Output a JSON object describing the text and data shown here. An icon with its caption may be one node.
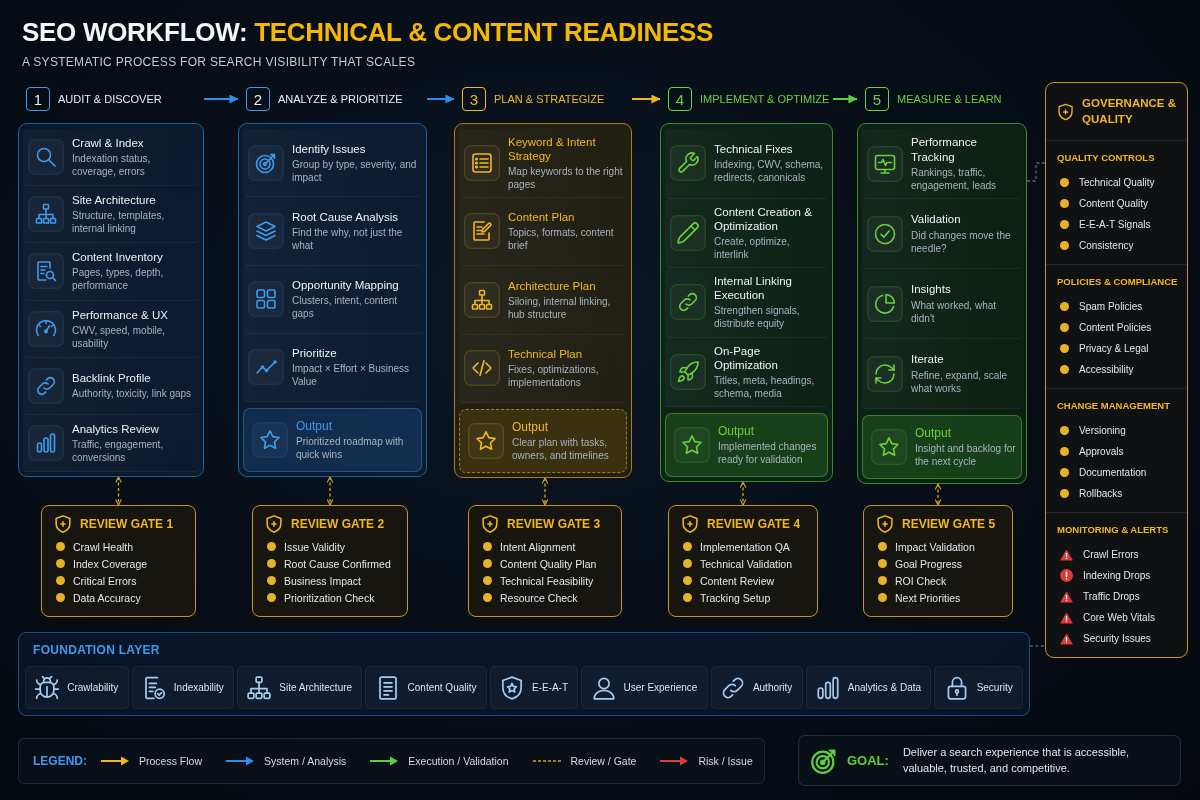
{
  "diagram": {
    "title": "SEO WORKFLOW: TECHNICAL & CONTENT READINESS",
    "nodes": [
      {
        "text": [
          "1",
          "AUDIT & DISCOVER"
        ]
      },
      {
        "text": [
          "Crawl & Index",
          "Indexation status, coverage, errors"
        ],
        "in": 0
      },
      {
        "text": [
          "Site Architecture",
          "Structure, templates, internal linking"
        ],
        "in": 0
      },
      {
        "text": [
          "Content Inventory",
          "Pages, types, depth, performance"
        ],
        "in": 0
      },
      {
        "text": [
          "Performance & UX",
          "CWV, speed, mobile, usability"
        ],
        "in": 0
      },
      {
        "text": [
          "Backlink Profile",
          "Authority, toxicity, link gaps"
        ],
        "in": 0
      },
      {
        "text": [
          "Analytics Review",
          "Traffic, engagement, conversions"
        ],
        "in": 0
      },
      {
        "text": [
          "2",
          "ANALYZE & PRIORITIZE"
        ]
      },
      {
        "text": [
          "Identify Issues",
          "Group by type, severity, and impact"
        ],
        "in": 7
      },
      {
        "text": [
          "Root Cause Analysis",
          "Find the why, not just the what"
        ],
        "in": 7
      },
      {
        "text": [
          "Opportunity Mapping",
          "Clusters, intent, content gaps"
        ],
        "in": 7
      },
      {
        "text": [
          "Prioritize",
          "Impact × Effort × Business Value"
        ],
        "in": 7
      },
      {
        "text": [
          "Output",
          "Prioritized roadmap with quick wins"
        ],
        "in": 7
      },
      {
        "text": [
          "3",
          "PLAN & STRATEGIZE"
        ]
      },
      {
        "text": [
          "Keyword & Intent Strategy",
          "Map keywords to the right pages"
        ],
        "in": 13
      },
      {
        "text": [
          "Content Plan",
          "Topics, formats, content brief"
        ],
        "in": 13
      },
      {
        "text": [
          "Architecture Plan",
          "Siloing, internal linking, hub structure"
        ],
        "in": 13
      },
      {
        "text": [
          "Technical Plan",
          "Fixes, optimizations, implementations"
        ],
        "in": 13
      },
      {
        "text": [
          "Output",
          "Clear plan with tasks, owners, and timelines"
        ],
        "in": 13
      },
      {
        "text": [
          "4",
          "IMPLEMENT & OPTIMIZE"
        ]
      },
      {
        "text": [
          "Technical Fixes",
          "Indexing, CWV, schema, redirects, canonicals"
        ],
        "in": 19
      },
      {
        "text": [
          "Content Creation & Optimization",
          "Create, optimize, interlink"
        ],
        "in": 19
      },
      {
        "text": [
          "Internal Linking Execution",
          "Strengthen signals, distribute equity"
        ],
        "in": 19
      },
      {
        "text": [
          "On-Page Optimization",
          "Titles, meta, headings, schema, media"
        ],
        "in": 19
      },
      {
        "text": [
          "Output",
          "Implemented changes ready for validation"
        ],
        "in": 19
      },
      {
        "text": [
          "5",
          "MEASURE & LEARN"
        ]
      },
      {
        "text": [
          "Performance Tracking",
          "Rankings, traffic, engagement, leads"
        ],
        "in": 25
      },
      {
        "text": [
          "Validation",
          "Did changes move the needle?"
        ],
        "in": 25
      },
      {
        "text": [
          "Insights",
          "What worked, what didn't"
        ],
        "in": 25
      },
      {
        "text": [
          "Iterate",
          "Refine, expand, scale what works"
        ],
        "in": 25
      },
      {
        "text": [
          "Output",
          "Insight and backlog for the next cycle"
        ],
        "in": 25
      },
      {
        "text": [
          "GOVERNANCE & QUALITY",
          "QUALITY CONTROLS",
          "Technical Quality",
          "Content Quality",
          "E-E-A-T Signals",
          "Consistency",
          "POLICIES & COMPLIANCE",
          "Spam Policies",
          "Content Policies",
          "Privacy & Legal",
          "Accessibility",
          "CHANGE MANAGEMENT",
          "Versioning",
          "Approvals",
          "Documentation",
          "Rollbacks",
          "MONITORING & ALERTS",
          "Crawl Errors",
          "Indexing Drops",
          "Traffic Drops",
          "Core Web Vitals",
          "Security Issues"
        ]
      },
      {
        "text": [
          "REVIEW GATE 1",
          "Crawl Health",
          "Index Coverage",
          "Critical Errors",
          "Data Accuracy"
        ]
      },
      {
        "text": [
          "REVIEW GATE 2",
          "Issue Validity",
          "Root Cause Confirmed",
          "Business Impact",
          "Prioritization Check"
        ]
      },
      {
        "text": [
          "REVIEW GATE 3",
          "Intent Alignment",
          "Content Quality Plan",
          "Technical Feasibility",
          "Resource Check"
        ]
      },
      {
        "text": [
          "REVIEW GATE 4",
          "Implementation QA",
          "Technical Validation",
          "Content Review",
          "Tracking Setup"
        ]
      },
      {
        "text": [
          "REVIEW GATE 5",
          "Impact Validation",
          "Goal Progress",
          "ROI Check",
          "Next Priorities"
        ]
      },
      {
        "text": [
          "FOUNDATION LAYER"
        ]
      },
      {
        "text": [
          "Crawlability"
        ],
        "in": 37
      },
      {
        "text": [
          "Indexability"
        ],
        "in": 37
      },
      {
        "text": [
          "Site Architecture"
        ],
        "in": 37
      },
      {
        "text": [
          "Content Quality"
        ],
        "in": 37
      },
      {
        "text": [
          "E-E-A-T"
        ],
        "in": 37
      },
      {
        "text": [
          "User Experience"
        ],
        "in": 37
      },
      {
        "text": [
          "Authority"
        ],
        "in": 37
      },
      {
        "text": [
          "Analytics & Data"
        ],
        "in": 37
      },
      {
        "text": [
          "Security"
        ],
        "in": 37
      },
      {
        "text": [
          "GOAL:",
          "Deliver a search experience that is accessible, valuable, trusted, and competitive."
        ]
      }
    ],
    "edges": [
      {
        "from": 0,
        "to": 7,
        "arrow": "to",
        "color": "#2e8ef0"
      },
      {
        "from": 7,
        "to": 13,
        "arrow": "to",
        "color": "#2e8ef0"
      },
      {
        "from": 13,
        "to": 19,
        "arrow": "to",
        "color": "#f2b820"
      },
      {
        "from": 19,
        "to": 25,
        "arrow": "to",
        "color": "#5ccf3a"
      },
      {
        "from": 0,
        "to": 32,
        "arrow": "both",
        "style": "dashed"
      },
      {
        "from": 7,
        "to": 33,
        "arrow": "both",
        "style": "dashed"
      },
      {
        "from": 13,
        "to": 34,
        "arrow": "both",
        "style": "dashed"
      },
      {
        "from": 19,
        "to": 35,
        "arrow": "both",
        "style": "dashed"
      },
      {
        "from": 25,
        "to": 36,
        "arrow": "both",
        "style": "dashed"
      },
      {
        "from": 25,
        "to": 31,
        "arrow": "none",
        "style": "dashed",
        "color": "#56657a"
      },
      {
        "from": 37,
        "to": 31,
        "arrow": "none",
        "style": "dashed",
        "color": "#2f6398"
      }
    ],
    "labels": [
      "A SYSTEMATIC PROCESS FOR SEARCH VISIBILITY THAT SCALES",
      "LEGEND:"
    ],
    "legend": [
      {
        "text": "Process Flow"
      },
      {
        "text": "System / Analysis"
      },
      {
        "text": "Execution / Validation"
      },
      {
        "text": "Review / Gate"
      },
      {
        "text": "Risk / Issue"
      }
    ]
  }
}
